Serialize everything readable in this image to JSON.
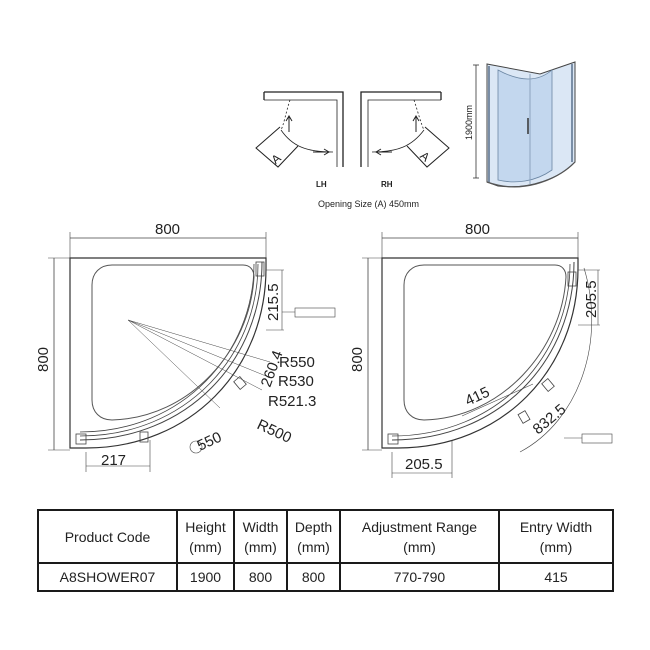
{
  "opening": {
    "lh_label": "LH",
    "rh_label": "RH",
    "a_label": "A",
    "height_label": "1900mm",
    "caption": "Opening Size (A) 450mm"
  },
  "left_plan": {
    "width_label": "800",
    "height_label": "800",
    "dims": {
      "d215_5": "215.5",
      "d260_4": "260.4",
      "r550": "R550",
      "r530": "R530",
      "r521_3": "R521.3",
      "r500": "R500",
      "d550": "550",
      "d217": "217"
    }
  },
  "right_plan": {
    "width_label": "800",
    "height_label": "800",
    "dims": {
      "d205_5_side": "205.5",
      "d415": "415",
      "d832_5": "832.5",
      "d205_5_bottom": "205.5"
    }
  },
  "table": {
    "headers": [
      [
        "Product Code"
      ],
      [
        "Height",
        "(mm)"
      ],
      [
        "Width",
        "(mm)"
      ],
      [
        "Depth",
        "(mm)"
      ],
      [
        "Adjustment Range",
        "(mm)"
      ],
      [
        "Entry Width",
        "(mm)"
      ]
    ],
    "row": [
      "A8SHOWER07",
      "1900",
      "800",
      "800",
      "770-790",
      "415"
    ]
  }
}
